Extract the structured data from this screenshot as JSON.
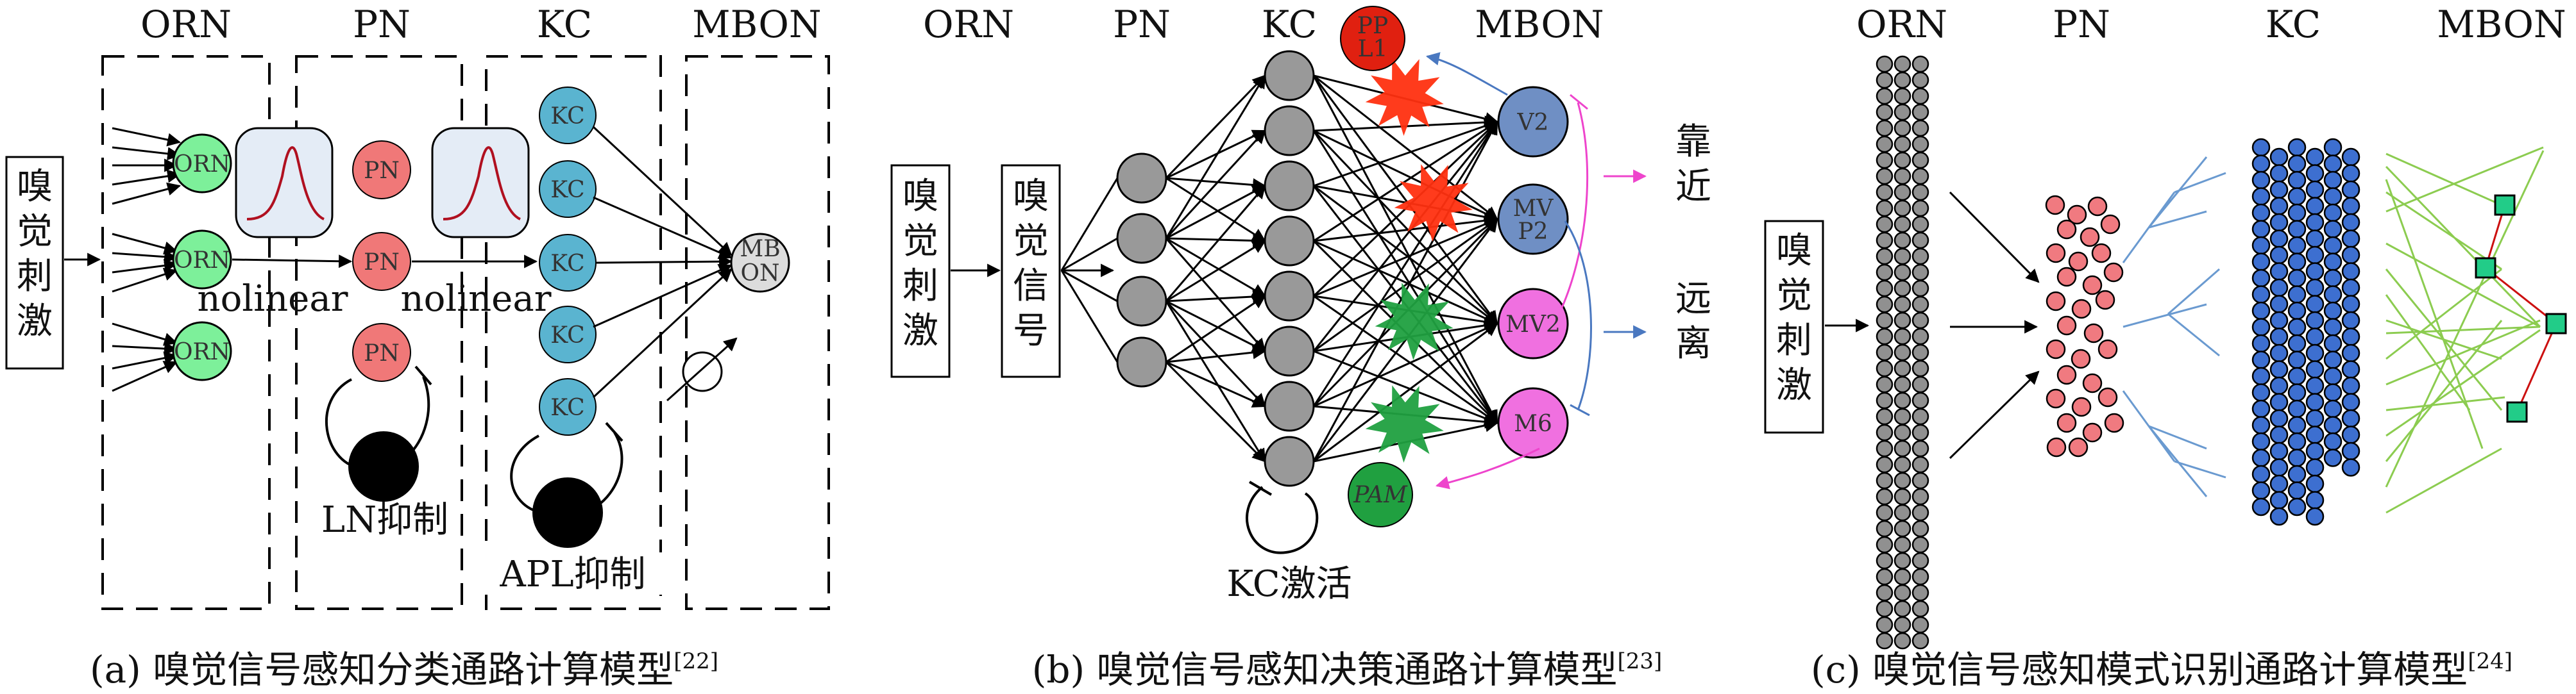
{
  "panels": [
    {
      "headers": {
        "orn": "ORN",
        "pn": "PN",
        "kc": "KC",
        "mbon": "MBON"
      },
      "stimulus": [
        "嗅",
        "觉",
        "刺",
        "激"
      ],
      "orn_nodes": [
        "ORN",
        "ORN",
        "ORN"
      ],
      "pn_nodes": [
        "PN",
        "PN",
        "PN"
      ],
      "kc_nodes": [
        "KC",
        "KC",
        "KC",
        "KC",
        "KC"
      ],
      "mbon_node": [
        "MB",
        "ON"
      ],
      "nonlinear_labels": [
        "nolinear",
        "nolinear"
      ],
      "ln_label": "LN抑制",
      "apl_label": "APL抑制",
      "caption": "(a) 嗅觉信号感知分类通路计算模型",
      "ref": "[22]"
    },
    {
      "headers": {
        "orn": "ORN",
        "pn": "PN",
        "kc": "KC",
        "mbon": "MBON"
      },
      "stimulus": [
        "嗅",
        "觉",
        "刺",
        "激"
      ],
      "signal": [
        "嗅",
        "觉",
        "信",
        "号"
      ],
      "ppl1": [
        "PP",
        "L1"
      ],
      "pam": "PAM",
      "mbon_nodes": [
        [
          "V2"
        ],
        [
          "MV",
          "P2"
        ],
        [
          "MV2"
        ],
        [
          "M6"
        ]
      ],
      "approach": [
        "靠",
        "近"
      ],
      "avoid": [
        "远",
        "离"
      ],
      "kc_label": "KC激活",
      "caption": "(b) 嗅觉信号感知决策通路计算模型",
      "ref": "[23]"
    },
    {
      "headers": {
        "orn": "ORN",
        "pn": "PN",
        "kc": "KC",
        "mbon": "MBON"
      },
      "stimulus": [
        "嗅",
        "觉",
        "刺",
        "激"
      ],
      "caption": "(c) 嗅觉信号感知模式识别通路计算模型",
      "ref": "[24]"
    }
  ],
  "colors": {
    "orn_green": "#7df09a",
    "pn_red": "#f07878",
    "kc_blue": "#5ab4d0",
    "mbon_gray": "#dcdcdc",
    "nonlinear_box": "#e4ecf6",
    "curve_red": "#b01020",
    "ppl1_red": "#e02010",
    "pam_green": "#20a040",
    "star_red": "#ff3010",
    "star_green": "#20a040",
    "v2_blue": "#6f8fc4",
    "mv2_pink": "#f070e0",
    "node_gray": "#999999",
    "kc_c_blue": "#3d6fd0",
    "pn_c_pink": "#f07a80",
    "mbon_c_green": "#22cc88",
    "line_green": "#8ccc50",
    "line_blue": "#6a9ad0",
    "line_red": "#cc1010",
    "arrow_blue": "#4a78c0",
    "arrow_pink": "#ee44cc"
  }
}
